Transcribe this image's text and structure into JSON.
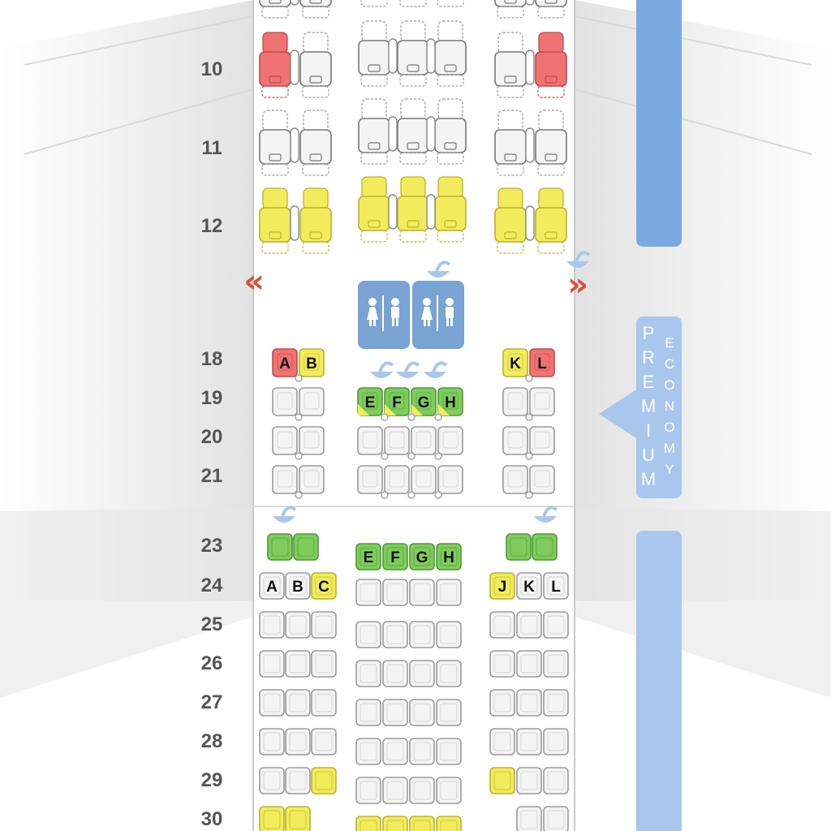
{
  "colors": {
    "available": "#f4f4f4",
    "available_border": "#9b9b9b",
    "restricted": "#f2ec5c",
    "restricted_border": "#b9b230",
    "bad": "#f07272",
    "bad_border": "#c34a4a",
    "good": "#7fcc5d",
    "good_border": "#4c9a33",
    "cabin_band": "#7aa9df",
    "premium_band": "#a9c7ec",
    "facility": "#78a3d3",
    "exit_arrow": "#d9533b"
  },
  "icons": {
    "exit_left": "exit-arrow-left-icon",
    "exit_right": "exit-arrow-right-icon",
    "lavatory": "lavatory-icon",
    "bassinet": "bassinet-icon"
  },
  "cabin_label": {
    "left_letters": [
      "P",
      "R",
      "E",
      "M",
      "I",
      "U",
      "M"
    ],
    "right_letters": [
      "E",
      "C",
      "O",
      "N",
      "O",
      "M",
      "Y"
    ]
  },
  "rows": {
    "r10": "10",
    "r11": "11",
    "r12": "12",
    "r18": "18",
    "r19": "19",
    "r20": "20",
    "r21": "21",
    "r23": "23",
    "r24": "24",
    "r25": "25",
    "r26": "26",
    "r27": "27",
    "r28": "28",
    "r29": "29",
    "r30": "30"
  },
  "seat_letters": {
    "row18": [
      "A",
      "B",
      "K",
      "L"
    ],
    "row19": [
      "E",
      "F",
      "G",
      "H"
    ],
    "row23": [
      "E",
      "F",
      "G",
      "H"
    ],
    "row24": [
      "A",
      "B",
      "C",
      "J",
      "K",
      "L"
    ]
  },
  "exit_glyph": "«",
  "exit_glyph_right": "»"
}
